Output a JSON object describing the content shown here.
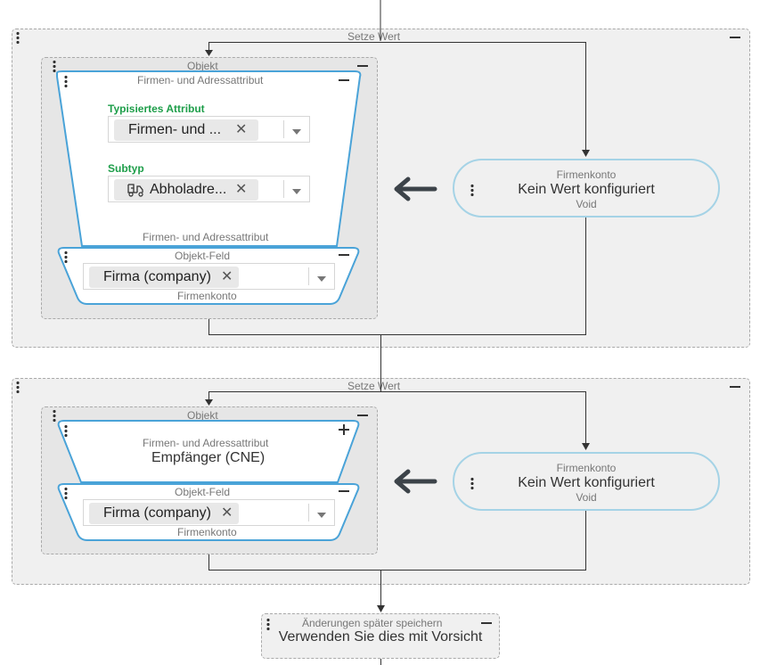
{
  "block1": {
    "title": "Setze Wert",
    "objekt_label": "Objekt",
    "attr_node": {
      "title": "Firmen- und Adressattribut",
      "typ_label": "Typisiertes Attribut",
      "typ_value": "Firmen- und ...",
      "subtyp_label": "Subtyp",
      "subtyp_value": "Abholadre...",
      "subtyp_icon": "truck-icon",
      "bottom_caption": "Firmen- und Adressattribut"
    },
    "feld_node": {
      "title": "Objekt-Feld",
      "value": "Firma (company)",
      "caption": "Firmenkonto"
    },
    "konto": {
      "title": "Firmenkonto",
      "main": "Kein Wert konfiguriert",
      "sub": "Void"
    }
  },
  "block2": {
    "title": "Setze Wert",
    "objekt_label": "Objekt",
    "attr_node": {
      "title": "Firmen- und Adressattribut",
      "value": "Empfänger (CNE)"
    },
    "feld_node": {
      "title": "Objekt-Feld",
      "value": "Firma (company)",
      "caption": "Firmenkonto"
    },
    "konto": {
      "title": "Firmenkonto",
      "main": "Kein Wert konfiguriert",
      "sub": "Void"
    }
  },
  "save_node": {
    "title": "Änderungen später speichern",
    "main": "Verwenden Sie dies mit Vorsicht"
  },
  "colors": {
    "node_border": "#4aa3d8",
    "konto_border": "#a5d3e6",
    "label_green": "#1e9e4a",
    "line": "#333333"
  },
  "icons": {
    "remove": "close-icon",
    "collapse": "minus-icon",
    "expand": "plus-icon",
    "menu": "kebab-menu-icon",
    "assign": "arrow-left-icon",
    "dropdown": "caret-down-icon"
  }
}
